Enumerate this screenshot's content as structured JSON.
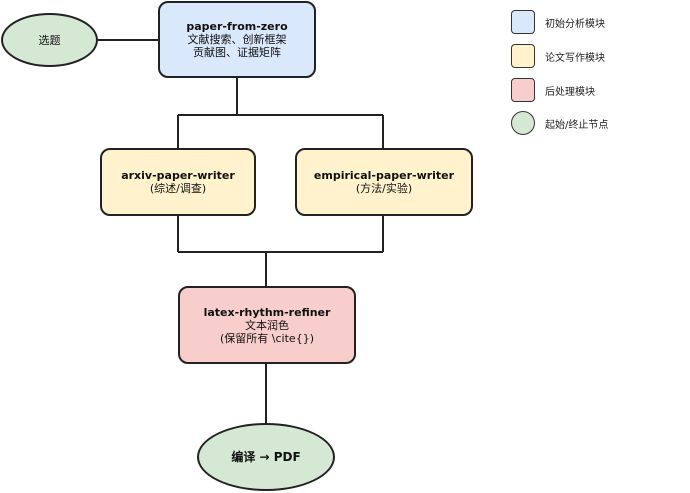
{
  "colors": {
    "initial": "#dae8fc",
    "writing": "#fff2cc",
    "post": "#f8cecc",
    "terminal": "#d5e8d4",
    "border": "#222222"
  },
  "nodes": {
    "topic": {
      "label": "选题"
    },
    "paper_from_zero": {
      "title": "paper-from-zero",
      "line1": "文献搜索、创新框架",
      "line2": "贡献图、证据矩阵"
    },
    "arxiv_writer": {
      "title": "arxiv-paper-writer",
      "line1": "(综述/调查)"
    },
    "empirical_writer": {
      "title": "empirical-paper-writer",
      "line1": "(方法/实验)"
    },
    "refiner": {
      "title": "latex-rhythm-refiner",
      "line1": "文本润色",
      "line2": "(保留所有 \\cite{})"
    },
    "compile": {
      "label": "编译 → PDF"
    }
  },
  "legend": [
    {
      "label": "初始分析模块",
      "color": "#dae8fc",
      "shape": "box"
    },
    {
      "label": "论文写作模块",
      "color": "#fff2cc",
      "shape": "box"
    },
    {
      "label": "后处理模块",
      "color": "#f8cecc",
      "shape": "box"
    },
    {
      "label": "起始/终止节点",
      "color": "#d5e8d4",
      "shape": "circle"
    }
  ]
}
